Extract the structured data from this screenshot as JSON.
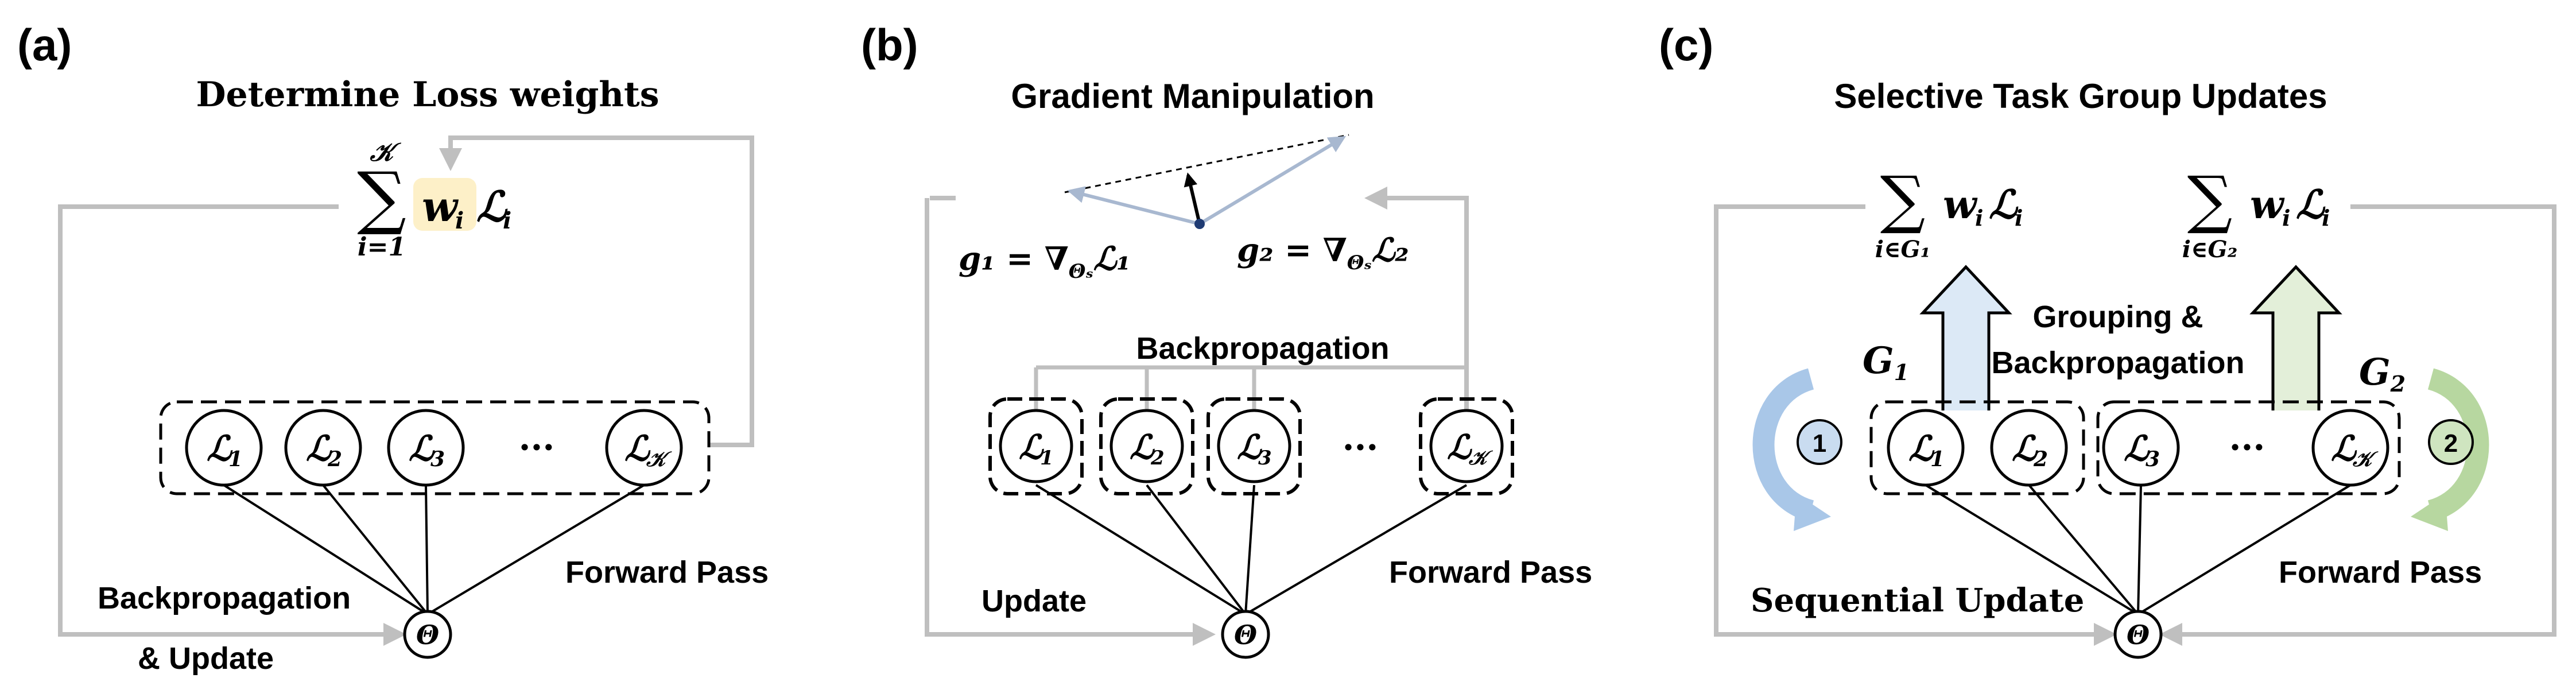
{
  "panels": {
    "a": {
      "label": "(a)",
      "title": "Determine Loss weights",
      "sum_upper": "𝒦",
      "sum_lower": "i=1",
      "sum_symbol": "∑",
      "weight_term": "w",
      "weight_sub": "i",
      "loss_term": "ℒ",
      "loss_sub": "i",
      "nodes": [
        "ℒ",
        "ℒ",
        "ℒ",
        "ℒ"
      ],
      "node_subs": [
        "1",
        "2",
        "3",
        "𝒦"
      ],
      "ellipsis": "···",
      "theta": "Θ",
      "backprop_label": "Backpropagation",
      "update_label": "& Update",
      "forward_label": "Forward Pass"
    },
    "b": {
      "label": "(b)",
      "title": "Gradient Manipulation",
      "g1": "g₁ = ∇",
      "g1_sub": "Θₛ",
      "g1_tail": "ℒ₁",
      "g2": "g₂ = ∇",
      "g2_sub": "Θₛ",
      "g2_tail": "ℒ₂",
      "backprop_label": "Backpropagation",
      "nodes": [
        "ℒ",
        "ℒ",
        "ℒ",
        "ℒ"
      ],
      "node_subs": [
        "1",
        "2",
        "3",
        "𝒦"
      ],
      "ellipsis": "···",
      "theta": "Θ",
      "update_label": "Update",
      "forward_label": "Forward Pass"
    },
    "c": {
      "label": "(c)",
      "title": "Selective Task Group Updates",
      "sum_symbol": "∑",
      "group1_sum_lower": "i∈G₁",
      "group2_sum_lower": "i∈G₂",
      "weight_term": "w",
      "weight_sub": "i",
      "loss_term": "ℒ",
      "loss_sub": "i",
      "g1_label": "G",
      "g1_sub": "1",
      "g2_label": "G",
      "g2_sub": "2",
      "grouping_line1": "Grouping &",
      "grouping_line2": "Backpropagation",
      "step1": "1",
      "step2": "2",
      "nodes": [
        "ℒ",
        "ℒ",
        "ℒ",
        "ℒ"
      ],
      "node_subs": [
        "1",
        "2",
        "3",
        "𝒦"
      ],
      "ellipsis": "···",
      "theta": "Θ",
      "sequential_label": "Sequential Update",
      "forward_label": "Forward Pass"
    }
  },
  "colors": {
    "gray_line": "#bfbfbf",
    "arrow_blue": "#a9c7e8",
    "arrow_green": "#b7d7a0",
    "box_blue": "#dce9f6",
    "box_green": "#e3efd9",
    "weight_highlight": "#fdf0c8",
    "gradient_line": "#a8b8d0",
    "step_circle_blue": "#c9dcf0",
    "step_circle_green": "#cfe5c0"
  }
}
